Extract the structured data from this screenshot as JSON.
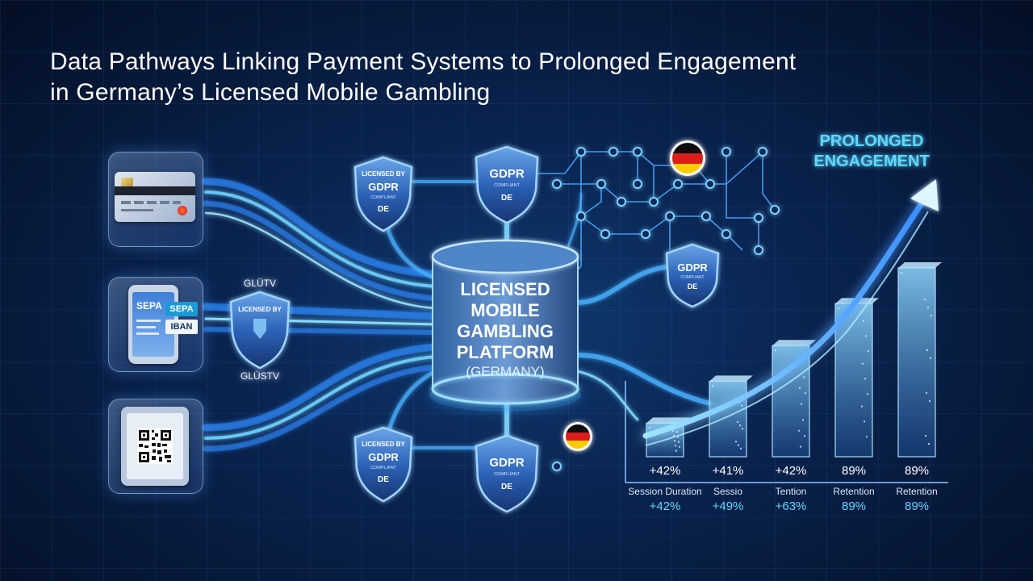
{
  "title": {
    "line1": "Data Pathways Linking Payment Systems to Prolonged Engagement",
    "line2": "in Germany’s Licensed Mobile Gambling"
  },
  "payment": {
    "sepa_phone": "SEPA",
    "sepa_badge": "SEPA",
    "iban_badge": "IBAN"
  },
  "left_shield": {
    "top_text": "GLÜTV",
    "inner_text": "LICENSED BY",
    "bottom_text": "GLÜSTV"
  },
  "shields": {
    "licensed_label": "LICENSED BY",
    "gdpr_label": "GDPR",
    "compliant_label": "COMPLIANT",
    "de_label": "DE"
  },
  "platform": {
    "line1": "LICENSED",
    "line2": "MOBILE",
    "line3": "GAMBLING",
    "line4": "PLATFORM",
    "line5": "(GERMANY)"
  },
  "engagement": {
    "line1": "PROLONGED",
    "line2": "ENGAGEMENT"
  },
  "colors": {
    "accent_cyan": "#5fd8ff",
    "glow_blue": "#3aa0ff",
    "flag_black": "#111111",
    "flag_red": "#dd1c1c",
    "flag_gold": "#ffcc00"
  },
  "chart_data": {
    "type": "bar",
    "categories": [
      "Session Duration",
      "Sessio",
      "Tention",
      "Retention",
      "Retention"
    ],
    "top_labels": [
      "+42%",
      "+41%",
      "+42%",
      "89%",
      "89%"
    ],
    "bottom_values": [
      "+42%",
      "+49%",
      "+63%",
      "89%",
      "89%"
    ],
    "bar_levels": [
      0.16,
      0.36,
      0.53,
      0.73,
      0.9
    ],
    "trend": "up"
  }
}
